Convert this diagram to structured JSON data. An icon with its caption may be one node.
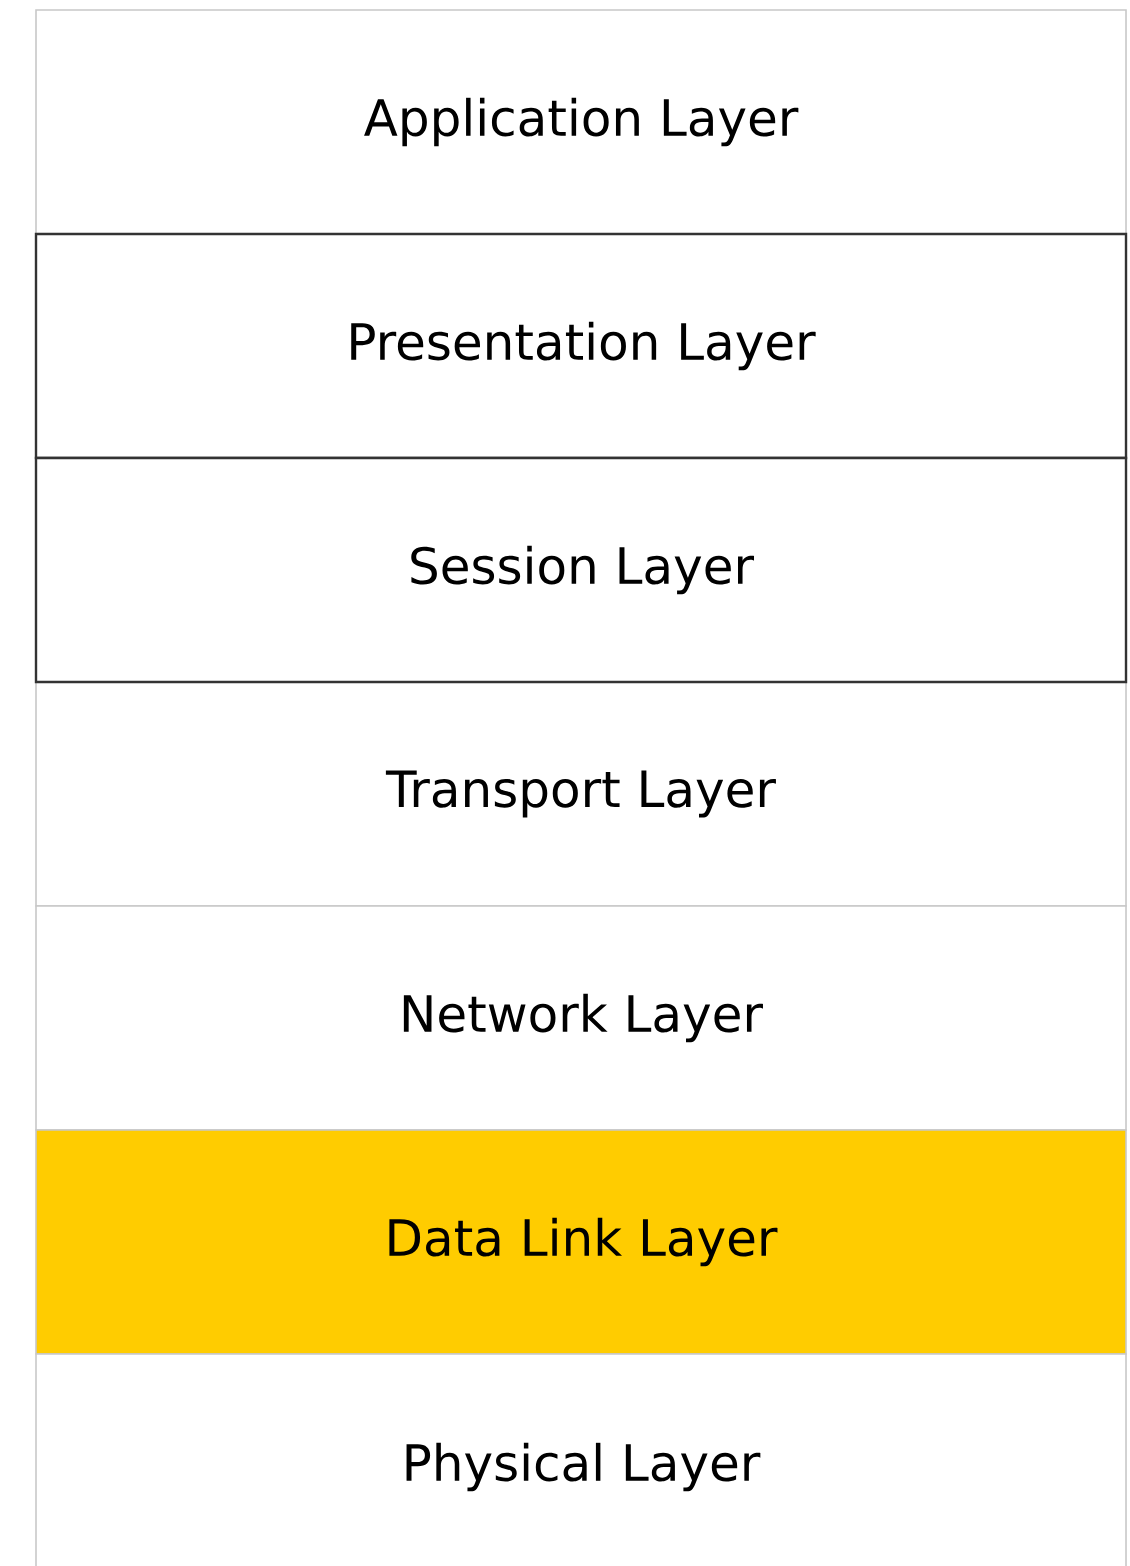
{
  "diagram": {
    "nodes": [
      {
        "text": [
          "Application Layer"
        ]
      },
      {
        "text": [
          "Presentation Layer"
        ]
      },
      {
        "text": [
          "Session Layer"
        ]
      },
      {
        "text": [
          "Transport Layer"
        ]
      },
      {
        "text": [
          "Network Layer"
        ]
      },
      {
        "text": [
          "Data Link Layer"
        ]
      },
      {
        "text": [
          "Physical Layer"
        ]
      }
    ]
  }
}
